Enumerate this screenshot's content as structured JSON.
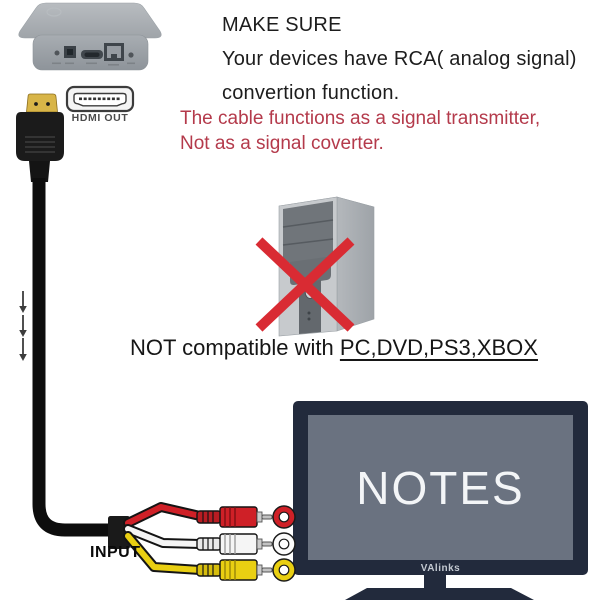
{
  "instructions": {
    "title": "MAKE SURE",
    "line1": "Your devices have RCA( analog signal)",
    "line2": "convertion function."
  },
  "warning": {
    "line1": "The cable functions as a signal transmitter,",
    "line2": "Not as a signal coverter."
  },
  "compatibility": {
    "prefix": "NOT compatible with ",
    "devices": "PC,DVD,PS3,XBOX"
  },
  "labels": {
    "hdmi_out": "HDMI OUT",
    "input": "INPUT"
  },
  "tv": {
    "screen_text": "NOTES",
    "brand": "VAlinks"
  },
  "icons": {
    "hdmi_port": "hdmi-out-port-icon",
    "down_arrow": "down-arrow-icon",
    "x_mark": "x-mark-icon"
  },
  "colors": {
    "warning_text": "#b43a4b",
    "x_mark": "#d92b33",
    "cable_black": "#0d0d0d",
    "rca_red": "#cf2027",
    "rca_white": "#f5f5f5",
    "rca_yellow": "#e9cf12",
    "tv_frame": "#222a3c",
    "tv_screen": "#6a7280",
    "device_gray": "#a4a9ae"
  }
}
